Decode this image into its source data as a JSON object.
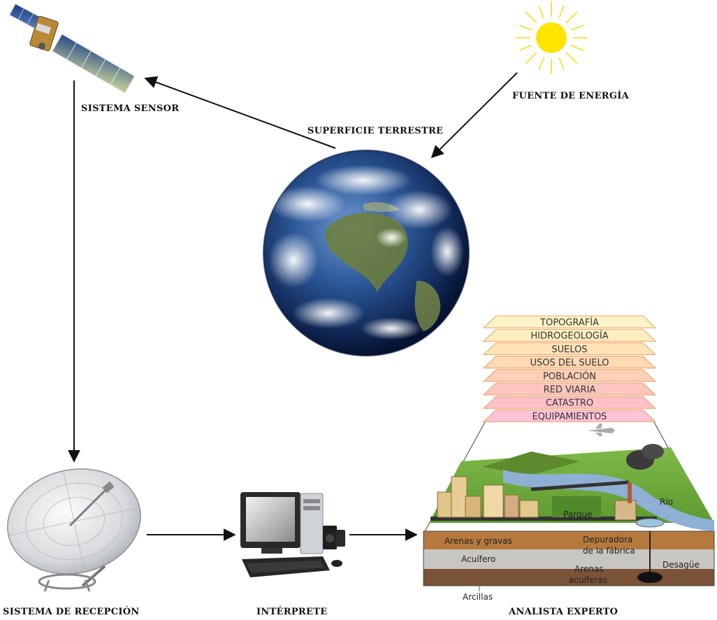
{
  "nodes": {
    "sensor": "SISTEMA SENSOR",
    "energy": "FUENTE DE ENERGÍA",
    "surface": "SUPERFICIE TERRESTRE",
    "reception": "SISTEMA DE RECEPCIÓN",
    "interpreter": "INTÉRPRETE",
    "analyst": "ANALISTA EXPERTO"
  },
  "gis_layers": [
    "TOPOGRAFÍA",
    "HIDROGEOLOGÍA",
    "SUELOS",
    "USOS DEL SUELO",
    "POBLACIÓN",
    "RED VIARIA",
    "CATASTRO",
    "EQUIPAMIENTOS"
  ],
  "scene_labels": {
    "river": "Río",
    "park": "Parque",
    "sands_gravels": "Arenas y gravas",
    "plant_line1": "Depuradora",
    "plant_line2": "de la fábrica",
    "aquifer": "Acuífero",
    "drain": "Desagüe",
    "sands_aq_line1": "Arenas",
    "sands_aq_line2": "acuíferas",
    "clays": "Arcillas"
  },
  "colors": {
    "arrow": "#111111",
    "sun": "#ffe400",
    "layer_stroke": "#e8a060"
  }
}
